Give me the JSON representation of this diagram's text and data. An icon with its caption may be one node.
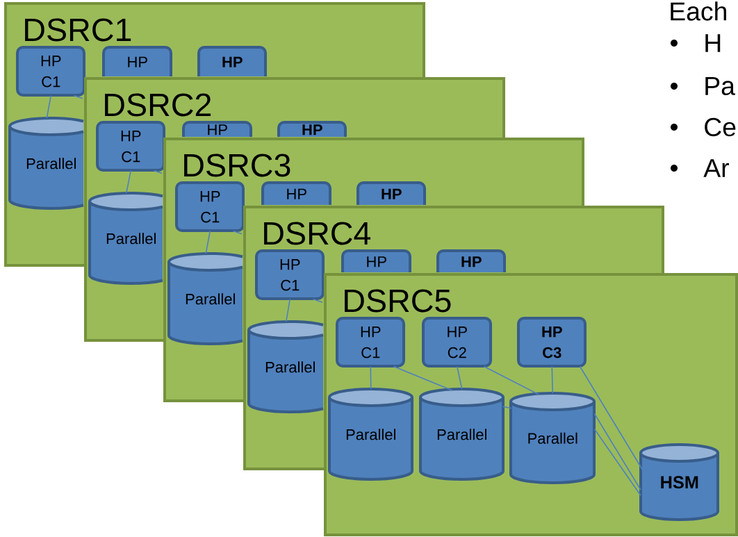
{
  "diagram": {
    "nodes": [
      {
        "text": [
          "HP C1"
        ]
      },
      {
        "text": [
          "HP"
        ]
      },
      {
        "text": [
          "HP"
        ]
      },
      {
        "text": [
          "Parallel"
        ]
      },
      {
        "text": [
          "HP C1"
        ]
      },
      {
        "text": [
          "HP"
        ]
      },
      {
        "text": [
          "HP"
        ]
      },
      {
        "text": [
          "Parallel"
        ]
      },
      {
        "text": [
          "HP C1"
        ]
      },
      {
        "text": [
          "HP"
        ]
      },
      {
        "text": [
          "HP"
        ]
      },
      {
        "text": [
          "Parallel"
        ]
      },
      {
        "text": [
          "HP C1"
        ]
      },
      {
        "text": [
          "HP"
        ]
      },
      {
        "text": [
          "HP"
        ]
      },
      {
        "text": [
          "Parallel"
        ]
      },
      {
        "text": [
          "HP C1"
        ]
      },
      {
        "text": [
          "HP C2"
        ]
      },
      {
        "text": [
          "HP C3"
        ]
      },
      {
        "text": [
          "Parallel"
        ]
      },
      {
        "text": [
          "Parallel"
        ]
      },
      {
        "text": [
          "Parallel"
        ]
      },
      {
        "text": [
          "HSM"
        ]
      }
    ],
    "edges": [
      {
        "from": 0,
        "to": 3,
        "arrow": "none"
      },
      {
        "from": 0,
        "to": null,
        "arrow": "none"
      },
      {
        "from": 4,
        "to": 7,
        "arrow": "none"
      },
      {
        "from": 4,
        "to": null,
        "arrow": "none"
      },
      {
        "from": 8,
        "to": 11,
        "arrow": "none"
      },
      {
        "from": 8,
        "to": null,
        "arrow": "none"
      },
      {
        "from": 12,
        "to": 15,
        "arrow": "none"
      },
      {
        "from": 12,
        "to": null,
        "arrow": "none"
      },
      {
        "from": 16,
        "to": 19,
        "arrow": "none"
      },
      {
        "from": 16,
        "to": 20,
        "arrow": "none"
      },
      {
        "from": 17,
        "to": 20,
        "arrow": "none"
      },
      {
        "from": 17,
        "to": 21,
        "arrow": "none"
      },
      {
        "from": 18,
        "to": 21,
        "arrow": "none"
      },
      {
        "from": 18,
        "to": 22,
        "arrow": "none"
      },
      {
        "from": 21,
        "to": 22,
        "arrow": "none"
      },
      {
        "from": 21,
        "to": 22,
        "arrow": "none"
      },
      {
        "from": 20,
        "to": 21,
        "arrow": "none"
      }
    ],
    "labels": [
      "DSRC1",
      "DSRC2",
      "DSRC3",
      "DSRC4",
      "DSRC5",
      "Each",
      "H",
      "Pa",
      "Ce",
      "Ar"
    ]
  }
}
